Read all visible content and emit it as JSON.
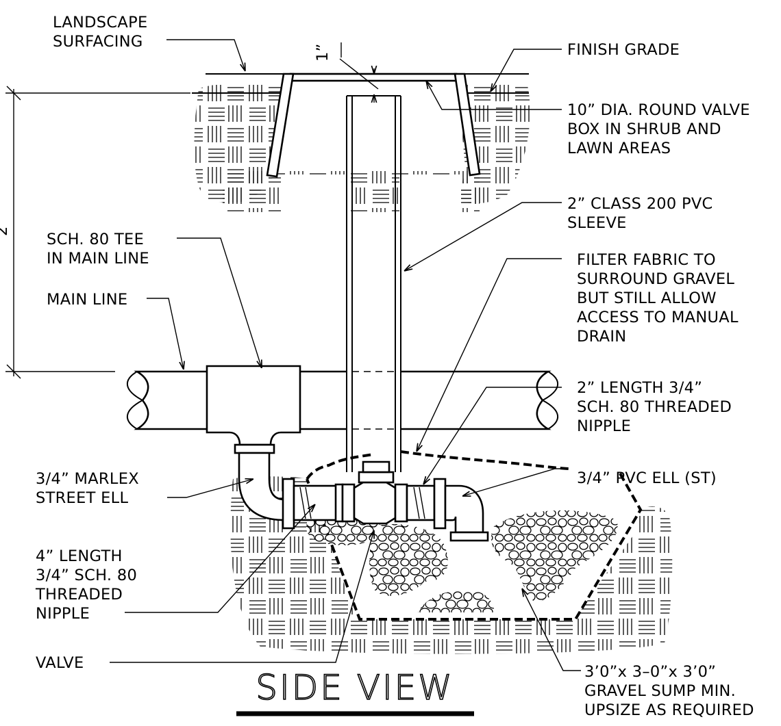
{
  "drawing": {
    "title": "SIDE VIEW",
    "callouts": {
      "landscape_surfacing": [
        "LANDSCAPE",
        "SURFACING"
      ],
      "finish_grade": [
        "FINISH GRADE"
      ],
      "valve_box": [
        "10” DIA. ROUND VALVE",
        "BOX IN SHRUB AND",
        "LAWN AREAS"
      ],
      "pvc_sleeve": [
        "2” CLASS 200 PVC",
        "SLEEVE"
      ],
      "sch80_tee": [
        "SCH. 80 TEE",
        "IN MAIN LINE"
      ],
      "filter_fabric": [
        "FILTER FABRIC TO",
        "SURROUND GRAVEL",
        "BUT STILL ALLOW",
        "ACCESS TO MANUAL",
        "DRAIN"
      ],
      "main_line": [
        "MAIN LINE"
      ],
      "nipple_2in": [
        "2” LENGTH 3/4”",
        "SCH. 80 THREADED",
        "NIPPLE"
      ],
      "marlex_ell": [
        "3/4” MARLEX",
        "STREET ELL"
      ],
      "pvc_ell": [
        "3/4” PVC ELL (ST)"
      ],
      "nipple_4in": [
        "4” LENGTH",
        "3/4” SCH. 80",
        "THREADED",
        "NIPPLE"
      ],
      "valve": [
        "VALVE"
      ],
      "gravel_sump": [
        "3’0”x 3–0”x 3’0”",
        "GRAVEL SUMP MIN.",
        "UPSIZE AS REQUIRED"
      ]
    },
    "dimensions": {
      "lid_gap": "1”",
      "depth_fragment": "2"
    }
  }
}
